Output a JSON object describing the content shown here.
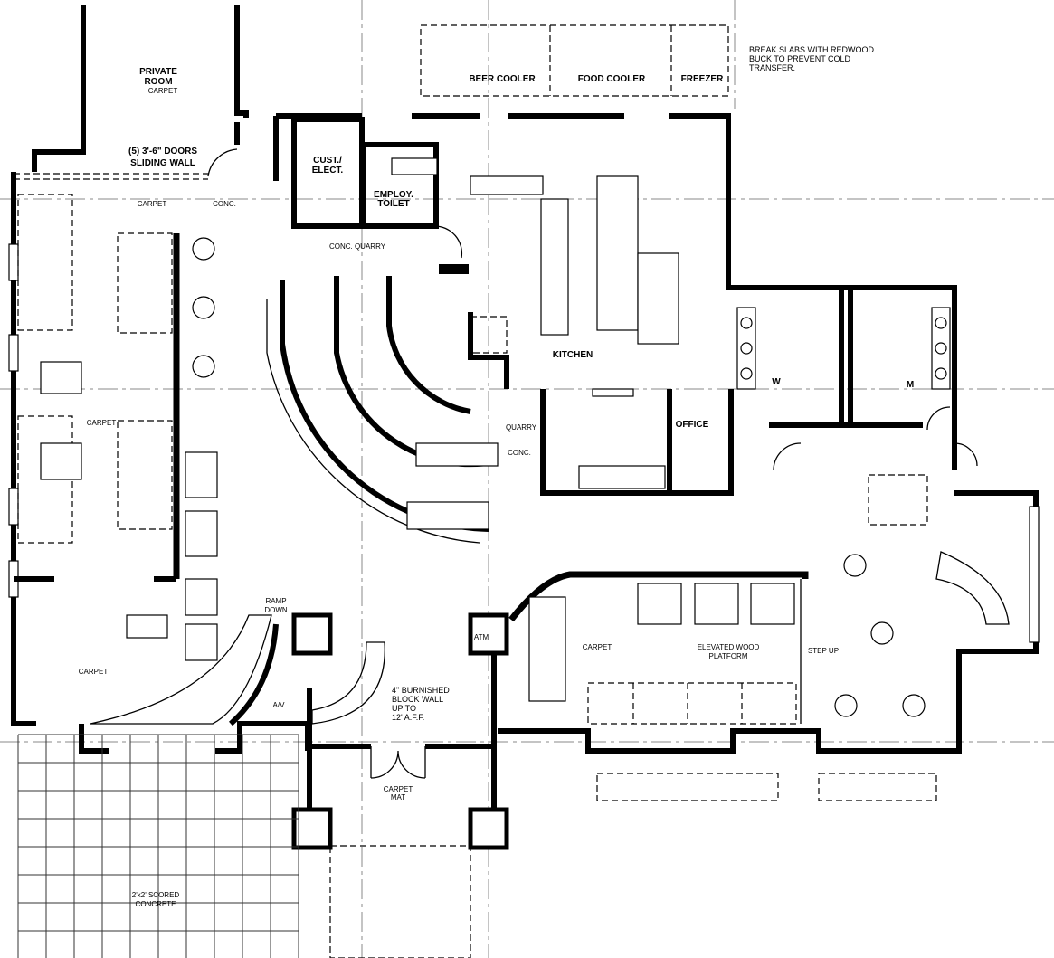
{
  "title": "Restaurant Floor Plan",
  "rooms": {
    "private_room": "PRIVATE",
    "private_room_2": "ROOM",
    "private_room_finish": "CARPET",
    "sliding_doors": "(5) 3'-6\" DOORS",
    "sliding_wall": "SLIDING WALL",
    "carpet_conc_left": "CARPET",
    "carpet_conc_right": "CONC.",
    "beer_cooler": "BEER COOLER",
    "food_cooler": "FOOD COOLER",
    "freezer": "FREEZER",
    "cust_elect_1": "CUST./",
    "cust_elect_2": "ELECT.",
    "employ_toilet_1": "EMPLOY.",
    "employ_toilet_2": "TOILET",
    "conc_quarry": "CONC. QUARRY",
    "quarry": "QUARRY",
    "conc": "CONC.",
    "kitchen": "KITCHEN",
    "office": "OFFICE",
    "womens": "W",
    "mens": "M",
    "dining_carpet": "CARPET",
    "lounge_carpet": "CARPET",
    "ramp_1": "RAMP",
    "ramp_2": "DOWN",
    "av": "A/V",
    "atm": "ATM",
    "platform_carpet": "CARPET",
    "platform_1": "ELEVATED WOOD",
    "platform_2": "PLATFORM",
    "step_up": "STEP UP",
    "carpet_mat_1": "CARPET",
    "carpet_mat_2": "MAT",
    "patio_1": "2'x2' SCORED",
    "patio_2": "CONCRETE"
  },
  "notes": {
    "break_slabs": [
      "BREAK SLABS WITH REDWOOD",
      "BUCK TO PREVENT COLD",
      "TRANSFER."
    ],
    "block_wall": [
      "4\" BURNISHED",
      "BLOCK WALL",
      "UP TO",
      "12' A.F.F."
    ]
  }
}
